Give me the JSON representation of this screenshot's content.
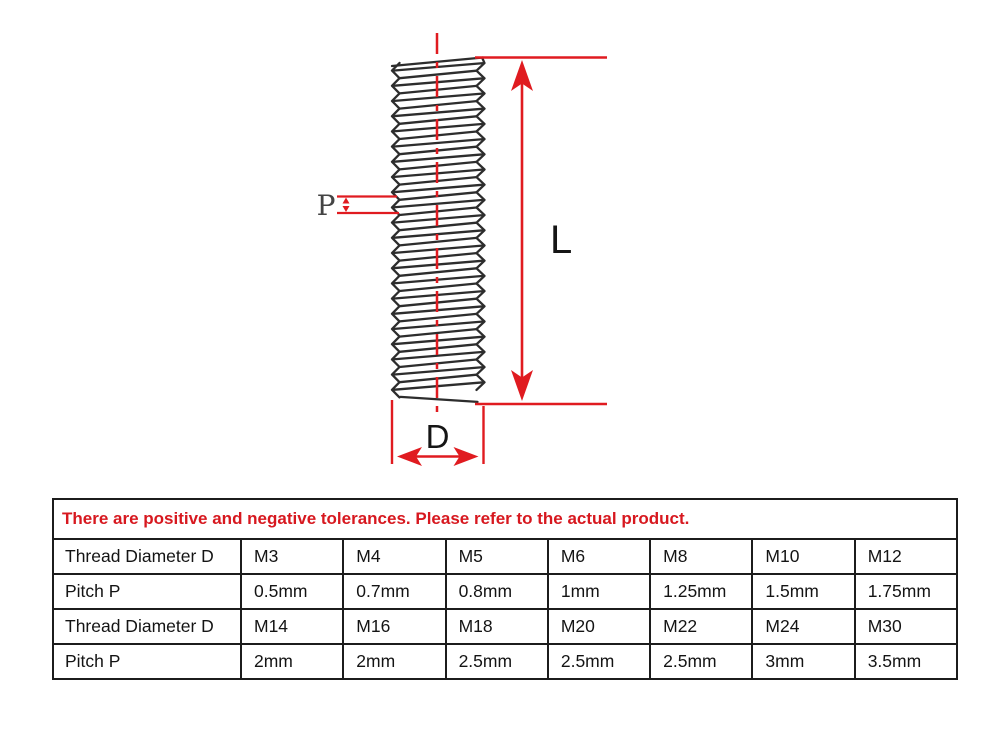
{
  "diagram": {
    "pitch_label": "P",
    "length_label": "L",
    "diameter_label": "D"
  },
  "table": {
    "notice": "There are positive and negative tolerances. Please refer to the actual product.",
    "rows": [
      {
        "label": "Thread Diameter D",
        "values": [
          "M3",
          "M4",
          "M5",
          "M6",
          "M8",
          "M10",
          "M12"
        ]
      },
      {
        "label": "Pitch P",
        "values": [
          "0.5mm",
          "0.7mm",
          "0.8mm",
          "1mm",
          "1.25mm",
          "1.5mm",
          "1.75mm"
        ]
      },
      {
        "label": "Thread Diameter D",
        "values": [
          "M14",
          "M16",
          "M18",
          "M20",
          "M22",
          "M24",
          "M30"
        ]
      },
      {
        "label": "Pitch P",
        "values": [
          "2mm",
          "2mm",
          "2.5mm",
          "2.5mm",
          "2.5mm",
          "3mm",
          "3.5mm"
        ]
      }
    ]
  },
  "colors": {
    "dimension_red": "#e01b20",
    "notice_red": "#d7181f",
    "thread_dark": "#2d2d2d"
  }
}
